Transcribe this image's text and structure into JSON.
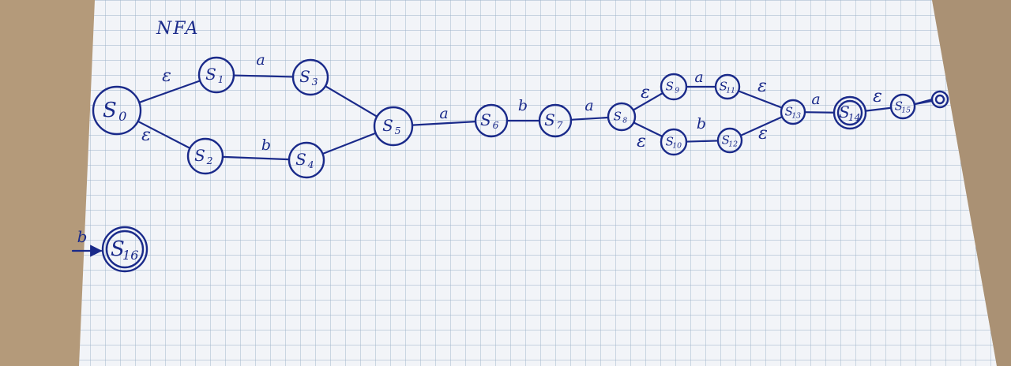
{
  "title": "NFA",
  "colors": {
    "ink": "#1a2a8a",
    "paper": "#f2f4f8",
    "grid": "#9ab0c8",
    "desk": "#b49a7a"
  },
  "states": [
    {
      "id": "s0",
      "label": "S",
      "sub": "0",
      "accepting": false
    },
    {
      "id": "s1",
      "label": "S",
      "sub": "1",
      "accepting": false
    },
    {
      "id": "s2",
      "label": "S",
      "sub": "2",
      "accepting": false
    },
    {
      "id": "s3",
      "label": "S",
      "sub": "3",
      "accepting": false
    },
    {
      "id": "s4",
      "label": "S",
      "sub": "4",
      "accepting": false
    },
    {
      "id": "s5",
      "label": "S",
      "sub": "5",
      "accepting": false
    },
    {
      "id": "s6",
      "label": "S",
      "sub": "6",
      "accepting": false
    },
    {
      "id": "s7",
      "label": "S",
      "sub": "7",
      "accepting": false
    },
    {
      "id": "s8",
      "label": "S",
      "sub": "8",
      "accepting": false
    },
    {
      "id": "s9",
      "label": "S",
      "sub": "9",
      "accepting": false
    },
    {
      "id": "s10",
      "label": "S",
      "sub": "10",
      "accepting": false
    },
    {
      "id": "s11",
      "label": "S",
      "sub": "11",
      "accepting": false
    },
    {
      "id": "s12",
      "label": "S",
      "sub": "12",
      "accepting": false
    },
    {
      "id": "s13",
      "label": "S",
      "sub": "13",
      "accepting": false
    },
    {
      "id": "s14",
      "label": "S",
      "sub": "14",
      "accepting": true
    },
    {
      "id": "s15",
      "label": "S",
      "sub": "15",
      "accepting": false
    },
    {
      "id": "s16",
      "label": "S",
      "sub": "16",
      "accepting": true
    },
    {
      "id": "s_final",
      "label": "",
      "sub": "",
      "accepting": true
    }
  ],
  "transitions": [
    {
      "from": "s0",
      "to": "s1",
      "label": "ε"
    },
    {
      "from": "s0",
      "to": "s2",
      "label": "ε"
    },
    {
      "from": "s1",
      "to": "s3",
      "label": "a"
    },
    {
      "from": "s2",
      "to": "s4",
      "label": "b"
    },
    {
      "from": "s3",
      "to": "s5",
      "label": ""
    },
    {
      "from": "s4",
      "to": "s5",
      "label": ""
    },
    {
      "from": "s5",
      "to": "s6",
      "label": "a"
    },
    {
      "from": "s6",
      "to": "s7",
      "label": "b"
    },
    {
      "from": "s7",
      "to": "s8",
      "label": "a"
    },
    {
      "from": "s8",
      "to": "s9",
      "label": "ε"
    },
    {
      "from": "s8",
      "to": "s10",
      "label": "ε"
    },
    {
      "from": "s9",
      "to": "s11",
      "label": "a"
    },
    {
      "from": "s10",
      "to": "s12",
      "label": "b"
    },
    {
      "from": "s11",
      "to": "s13",
      "label": "ε"
    },
    {
      "from": "s12",
      "to": "s13",
      "label": "ε"
    },
    {
      "from": "s13",
      "to": "s14",
      "label": "a"
    },
    {
      "from": "s14",
      "to": "s15",
      "label": "ε"
    },
    {
      "from": "s15",
      "to": "s_final",
      "label": ""
    }
  ],
  "standalone": {
    "input": "b",
    "state": "s16"
  }
}
